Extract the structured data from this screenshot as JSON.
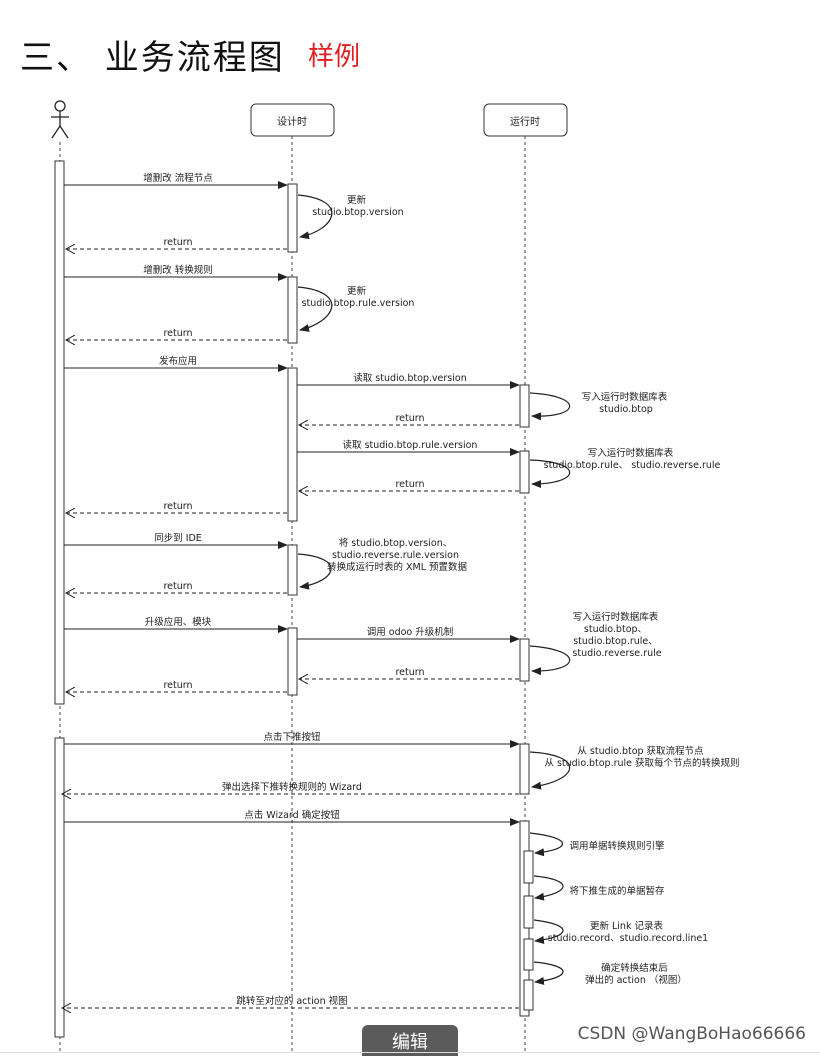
{
  "header": {
    "title": "三、 业务流程图",
    "tag": "样例"
  },
  "lifelines": [
    {
      "label": ""
    },
    {
      "label": "设计时"
    },
    {
      "label": "运行时"
    }
  ],
  "messages": [
    {
      "label": "增删改 流程节点"
    },
    {
      "label": "return"
    },
    {
      "label": "增删改 转换规则"
    },
    {
      "label": "return"
    },
    {
      "label": "发布应用"
    },
    {
      "label": "读取 studio.btop.version"
    },
    {
      "label": "return"
    },
    {
      "label": "读取 studio.btop.rule.version"
    },
    {
      "label": "return"
    },
    {
      "label": "return"
    },
    {
      "label": "同步到 IDE"
    },
    {
      "label": "return"
    },
    {
      "label": "升级应用、模块"
    },
    {
      "label": "调用 odoo 升级机制"
    },
    {
      "label": "return"
    },
    {
      "label": "return"
    },
    {
      "label": "点击下推按钮"
    },
    {
      "label": "弹出选择下推转换规则的 Wizard"
    },
    {
      "label": "点击 Wizard 确定按钮"
    },
    {
      "label": "跳转至对应的 action 视图"
    }
  ],
  "notes": [
    {
      "lines": [
        "更新",
        "studio.btop.version"
      ]
    },
    {
      "lines": [
        "更新",
        "studio.btop.rule.version"
      ]
    },
    {
      "lines": [
        "写入运行时数据库表",
        "studio.btop"
      ]
    },
    {
      "lines": [
        "写入运行时数据库表",
        "studio.btop.rule、 studio.reverse.rule"
      ]
    },
    {
      "lines": [
        "将 studio.btop.version、",
        "studio.reverse.rule.version",
        "转换成运行时表的 XML 预置数据"
      ]
    },
    {
      "lines": [
        "写入运行时数据库表",
        "studio.btop、",
        "studio.btop.rule、",
        "studio.reverse.rule"
      ]
    },
    {
      "lines": [
        "从 studio.btop 获取流程节点",
        "从 studio.btop.rule 获取每个节点的转换规则"
      ]
    },
    {
      "lines": [
        "调用单据转换规则引擎"
      ]
    },
    {
      "lines": [
        "将下推生成的单据暂存"
      ]
    },
    {
      "lines": [
        "更新 Link 记录表",
        "studio.record、studio.record.line1"
      ]
    },
    {
      "lines": [
        "确定转换结束后",
        "弹出的 action （视图）"
      ]
    }
  ],
  "footer": {
    "edit_label": "编辑",
    "watermark": "CSDN @WangBoHao66666"
  }
}
